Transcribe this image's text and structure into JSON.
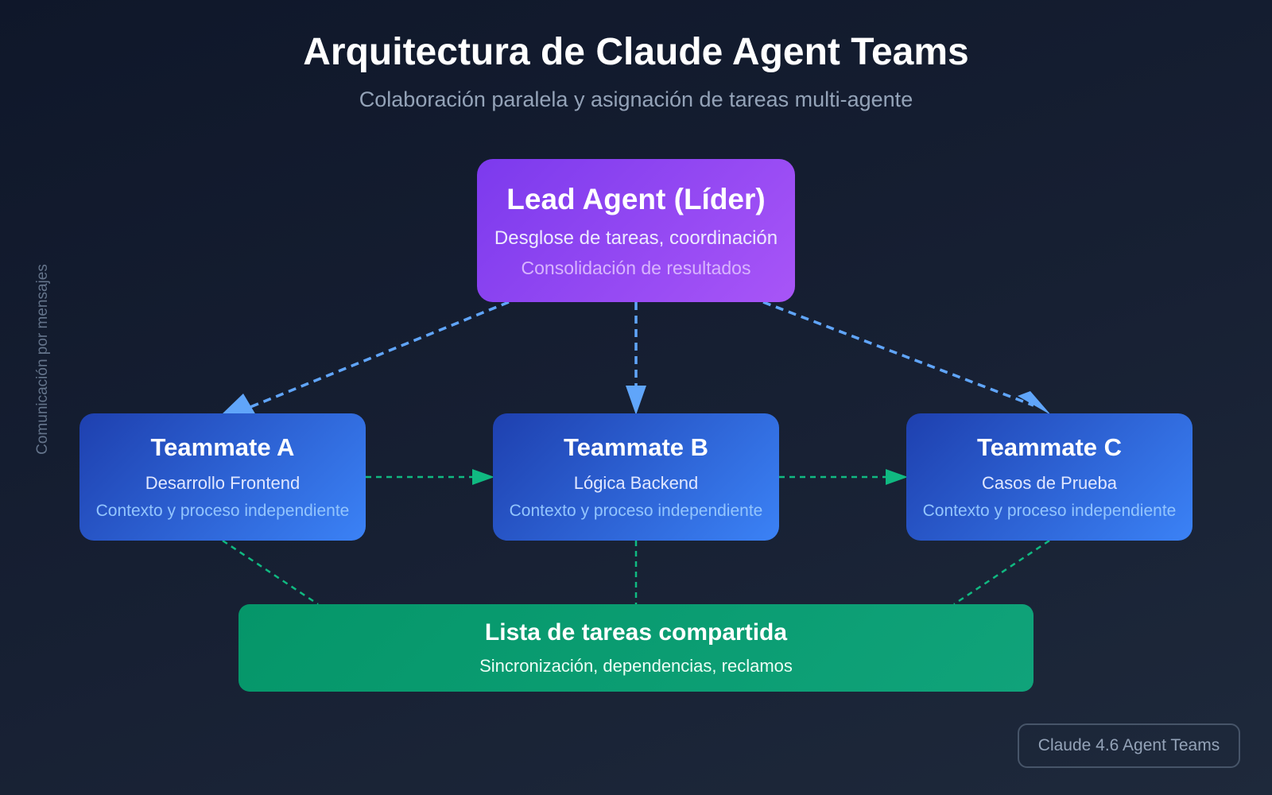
{
  "title": "Arquitectura de Claude Agent Teams",
  "subtitle": "Colaboración paralela y asignación de tareas multi-agente",
  "side_label": "Comunicación por mensajes",
  "lead": {
    "title": "Lead Agent (Líder)",
    "line1": "Desglose de tareas, coordinación",
    "line2": "Consolidación de resultados"
  },
  "teammates": [
    {
      "title": "Teammate A",
      "line1": "Desarrollo Frontend",
      "line2": "Contexto y proceso independiente"
    },
    {
      "title": "Teammate B",
      "line1": "Lógica Backend",
      "line2": "Contexto y proceso independiente"
    },
    {
      "title": "Teammate C",
      "line1": "Casos de Prueba",
      "line2": "Contexto y proceso independiente"
    }
  ],
  "tasks": {
    "title": "Lista de tareas compartida",
    "line1": "Sincronización, dependencias, reclamos"
  },
  "badge": "Claude 4.6 Agent Teams",
  "colors": {
    "lead": "#7c3aed",
    "teammate": "#2563eb",
    "tasks": "#059669",
    "delegation_arrow": "#60a5fa",
    "peer_arrow": "#10b981"
  }
}
